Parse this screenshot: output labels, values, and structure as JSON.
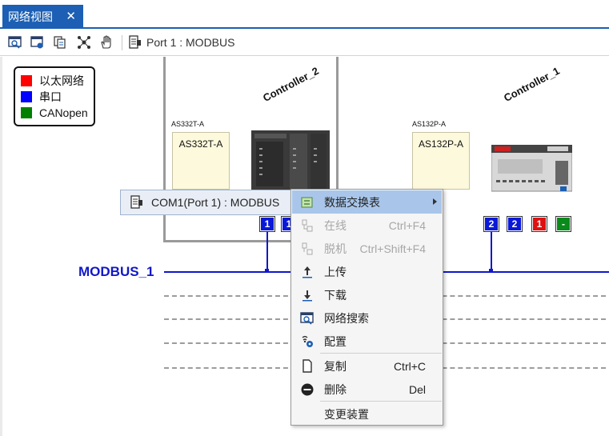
{
  "tab": {
    "title": "网络视图",
    "close": "✕"
  },
  "toolbar": {
    "port_label": "Port 1 : MODBUS"
  },
  "legend": {
    "items": [
      {
        "label": "以太网络",
        "color": "#ff0000"
      },
      {
        "label": "串口",
        "color": "#0000ff"
      },
      {
        "label": "CANopen",
        "color": "#008000"
      }
    ]
  },
  "controllers": [
    {
      "name": "Controller_2",
      "module_tag": "AS332T-A",
      "module_label": "AS332T-A",
      "ports": [
        "1",
        "1"
      ]
    },
    {
      "name": "Controller_1",
      "module_tag": "AS132P-A",
      "module_label": "AS132P-A",
      "ports": [
        "2",
        "2",
        "1",
        "-"
      ]
    }
  ],
  "bus": {
    "label": "MODBUS_1",
    "color": "#1018c8"
  },
  "popup_port": {
    "label": "COM1(Port 1) : MODBUS"
  },
  "context_menu": {
    "items": [
      {
        "label": "数据交换表",
        "shortcut": "",
        "icon": "data-exchange-icon",
        "submenu": true
      },
      {
        "label": "在线",
        "shortcut": "Ctrl+F4",
        "icon": "online-icon",
        "disabled": true
      },
      {
        "label": "脱机",
        "shortcut": "Ctrl+Shift+F4",
        "icon": "offline-icon",
        "disabled": true
      },
      {
        "label": "上传",
        "shortcut": "",
        "icon": "upload-icon"
      },
      {
        "label": "下载",
        "shortcut": "",
        "icon": "download-icon"
      },
      {
        "label": "网络搜索",
        "shortcut": "",
        "icon": "network-search-icon"
      },
      {
        "label": "配置",
        "shortcut": "",
        "icon": "config-icon"
      },
      {
        "label": "复制",
        "shortcut": "Ctrl+C",
        "icon": "copy-icon"
      },
      {
        "label": "删除",
        "shortcut": "Del",
        "icon": "delete-icon"
      },
      {
        "label": "变更装置",
        "shortcut": "",
        "icon": ""
      }
    ]
  },
  "colors": {
    "accent": "#1c5fb4",
    "highlight": "#a9c6ea",
    "badge_blue": "#0a18d8",
    "badge_red": "#e01010",
    "badge_green": "#0a8a1a"
  }
}
